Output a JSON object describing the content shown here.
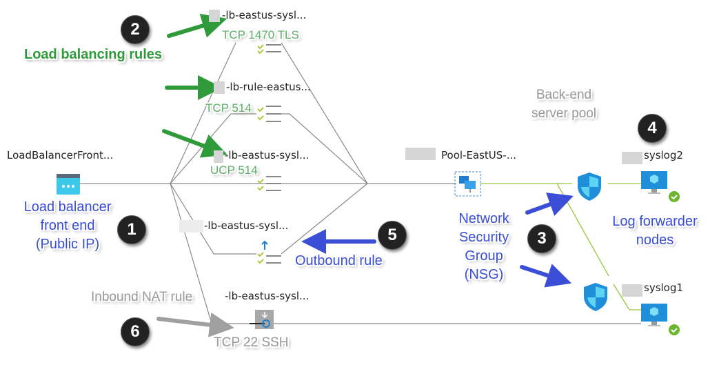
{
  "frontend": {
    "name": "LoadBalancerFront...",
    "icon": "load-balancer-frontend-icon"
  },
  "rules": [
    {
      "name": "-lb-eastus-sysl...",
      "protocol": "TCP 1470 TLS"
    },
    {
      "name": "-lb-rule-eastus...",
      "protocol": "TCP 514"
    },
    {
      "name": "-lb-eastus-sysl...",
      "protocol": "UCP 514"
    }
  ],
  "outbound_rule": {
    "name": "-lb-eastus-sysl..."
  },
  "nat_rule": {
    "name": "-lb-eastus-sysl...",
    "protocol": "TCP 22 SSH"
  },
  "pool": {
    "name": "Pool-EastUS-..."
  },
  "vms": [
    {
      "name": "syslog2"
    },
    {
      "name": "syslog1"
    }
  ],
  "annotations": {
    "n1": "1",
    "n2": "2",
    "n3": "3",
    "n4": "4",
    "n5": "5",
    "n6": "6",
    "load_balancing_rules": "Load balancing rules",
    "backend_pool": [
      "Back-end",
      "server pool"
    ],
    "frontend": [
      "Load balancer",
      "front end",
      "(Public IP)"
    ],
    "outbound_rule": "Outbound rule",
    "nsg": [
      "Network",
      "Security",
      "Group",
      "(NSG)"
    ],
    "log_forwarder": [
      "Log forwarder",
      "nodes"
    ],
    "inbound_nat": "Inbound NAT rule"
  },
  "colors": {
    "green_arrow": "#2f9a3a",
    "blue_arrow": "#3a4fd6",
    "gray_arrow": "#a0a0a0",
    "link_green": "#9bc53d",
    "link_gray": "#8a8a8a"
  }
}
